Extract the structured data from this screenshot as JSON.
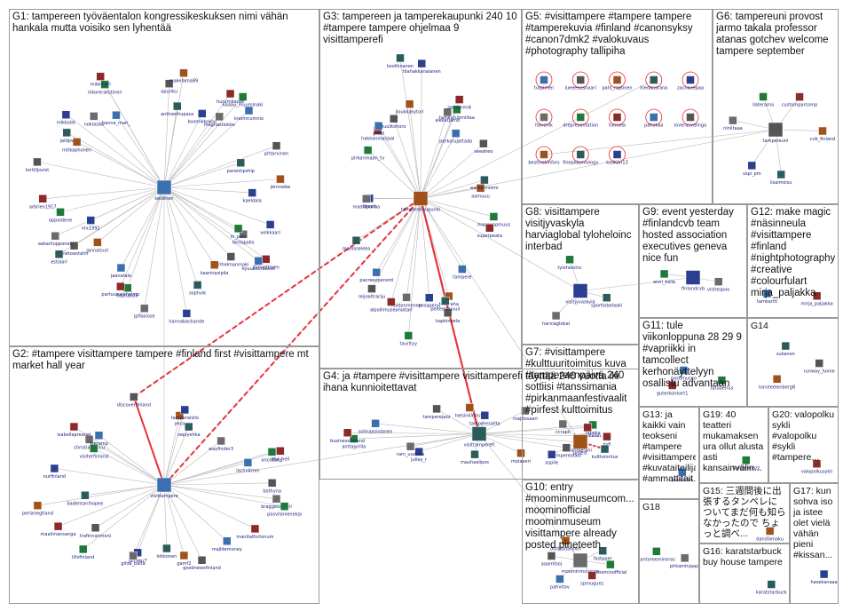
{
  "groups": [
    {
      "id": "G1",
      "title": "G1: tampereen työväentalon kongressikeskuksen nimi vähän hankala mutta voisiko sen lyhentää"
    },
    {
      "id": "G2",
      "title": "G2: #tampere visittampere tampere #finland first #visittampere mt market hall year"
    },
    {
      "id": "G3",
      "title": "G3: tampereen ja tamperekaupunki 240 10 #tampere tampere ohjelmaa 9 visittamperefi"
    },
    {
      "id": "G4",
      "title": "G4: ja #tampere #visittampere visittamperefi täyttää 240 vuotta iki ihana kunnioitettavat"
    },
    {
      "id": "G5",
      "title": "G5: #visittampere #tampere tampere #tamperekuvia #finland #canonsyksy #canon7dmk2 #valokuvaus #photography tallipiha"
    },
    {
      "id": "G6",
      "title": "G6: tampereuni provost jarmo takala professor atanas gotchev welcome tampere september"
    },
    {
      "id": "G7",
      "title": "G7: #visittampere #kulttuuritoimitus kuva #tampereenpäivä 240 sottiisi #tanssimania #pirkanmaanfestivaalit #pirfest kulttoimitus"
    },
    {
      "id": "G8",
      "title": "G8: visittampere visitjyvaskyla harviaglobal tyloheloinc interbad"
    },
    {
      "id": "G9",
      "title": "G9: event yesterday #finlandcvb team hosted association executives geneva nice fun"
    },
    {
      "id": "G10",
      "title": "G10: entry #moominmuseumcom... moominofficial moominmuseum visittampere already posted pineteeth"
    },
    {
      "id": "G11",
      "title": "G11: tule viikonloppuna 28 29 9 #vapriikki in tamcollect kerhonäyttelyyn osallistu advantaan"
    },
    {
      "id": "G12",
      "title": "G12: make magic #näsinneula #visittampere #finland #nightphotography #creative #colourfulart mirja_paljakka"
    },
    {
      "id": "G13",
      "title": "G13: ja kaikki vain teokseni #tampere #visittampere #kuvataiteilija #ammattitait..."
    },
    {
      "id": "G14",
      "title": "G14"
    },
    {
      "id": "G15",
      "title": "G15: 三週間後に出張するタンペレについてまだ何も知らなかったので ちょっと調べ..."
    },
    {
      "id": "G16",
      "title": "G16: karatstarbuck buy house tampere"
    },
    {
      "id": "G17",
      "title": "G17: kun sohva iso ja istee olet vielä vähän pieni #kissan..."
    },
    {
      "id": "G18",
      "title": "G18"
    },
    {
      "id": "G19",
      "title": "G19: 40 teatteri mukamaksen ura ollut alusta asti kansainvälin..."
    },
    {
      "id": "G20",
      "title": "G20: valopolku sykli #valopolku #sykli #tampere..."
    }
  ],
  "nodes": {
    "G1": [
      "veikkaari",
      "lentopallo",
      "m_palo",
      "jtlimiettinen",
      "kyuuseuraavat",
      "karihelmanmaki",
      "kaarinasipila",
      "sophvik",
      "hannabackande",
      "jpflasiose",
      "toptuasi8",
      "partuupalohelmo",
      "jaanatala",
      "teletoantahir",
      "jannatsuri",
      "estolari",
      "nrx1992",
      "aakarilupponen",
      "oppaldene",
      "arbrien1917",
      "keidinen",
      "tortilljovist",
      "mitkaphonen",
      "jaldpv",
      "mlkkolat",
      "nokiasau",
      "nikorerakstinen",
      "mikkiheri",
      "hanna_mari_",
      "apuriku",
      "makelama89",
      "antinenhupaus",
      "koomikkokivi",
      "magnastlokko",
      "kaaau_muuminaki",
      "hurumbara8",
      "kreimnumnio",
      "pittarvinen",
      "jennsebe",
      "parantipship",
      "kaeldala"
    ],
    "G2": [
      "braggesomml",
      "pasvilanienekja",
      "manitalfurtonum",
      "majldemoney",
      "goodnewsfinland",
      "gamf2",
      "lohkonen",
      "janisku7",
      "gitsa_balta",
      "lillsfinland",
      "maalimansanga",
      "visittampere",
      "trafinnanmoni",
      "perlanegtland",
      "badentanihopee",
      "ourfinland",
      "christianexicu",
      "visiterfinland",
      "isabellapreanel",
      "leeramp",
      "discoverfinland",
      "yeco",
      "vepiyehka",
      "tamperaisilo",
      "wayfinder3",
      "ancobans",
      "idui_heli",
      "lachnitmin",
      "bothyna"
    ],
    "G3": [
      "manaappmuus",
      "superpeata",
      "tampere",
      "kapkineela",
      "tilonraha",
      "peiteenmuuli",
      "pesapenu",
      "koldonmenee",
      "taurityy",
      "alpollimuseaniatari",
      "pacreexpenord",
      "reijoaltrariju",
      "tamperekaupunki",
      "maelaseleka",
      "dkaari",
      "madlapollaa",
      "pirkanmaan_tv",
      "hakeanmarjaal",
      "prosf",
      "tuulitohoro",
      "jloukkakytori",
      "kooliknanen",
      "tilahakkanalanen",
      "alekatjamd",
      "tamkuruhmiitaa",
      "jannunmi4",
      "perkarujattado",
      "seeaheo",
      "aamuuu",
      "earbenniemi"
    ],
    "G4": [
      "hsfi",
      "taaanmeroni",
      "tamperestadi",
      "molaeeri",
      "mauhaalipos",
      "juliey_r",
      "ram_uudeaa",
      "anttajyrilla",
      "businessfinland",
      "solinaasiolanen",
      "tamperejazz",
      "helsinkinmaa",
      "visittamperefi",
      "tamperesalita",
      "majdosaari",
      "rapeka",
      "helstinkalan"
    ],
    "G5": [
      "tutpiinen",
      "lueeeeesnaari",
      "pahl_raponen",
      "hiedansrana",
      "zacnaeepaa",
      "havenlk",
      "drepresentation",
      "tunnela",
      "pahokaa",
      "loverasvelinga",
      "bestinaliinfors",
      "finepidemiology",
      "koakari13"
    ],
    "G6": [
      "tampereuni",
      "cvb_finland",
      "lisaimkisu",
      "vspi_pm",
      "niniitaaa",
      "liaterama",
      "customparcomp"
    ],
    "G7": [
      "pirfest",
      "kulttoimitus",
      "aspile",
      "ccrapii"
    ],
    "G8": [
      "sportlobelaaki",
      "visitjyvaskyla",
      "harviaglobal",
      "tyloheloinc"
    ],
    "G9": [
      "finlandcvb",
      "visitespoo",
      "anni_kalla"
    ],
    "G10": [
      "moominmuseum",
      "moominofficial",
      "sprougues",
      "pahvitav",
      "aaamfooj",
      "outbuidarinini",
      "fastpper"
    ],
    "G11": [
      "tatuberius",
      "guterkonkart1",
      "postimuseo"
    ],
    "G12": [
      "mirja_paljakka",
      "tamkartti"
    ],
    "G13": [
      "platalinks"
    ],
    "G14": [
      "runway_home",
      "tonsteelenberg8",
      "sukanen"
    ],
    "G15": [
      "dansfamaku"
    ],
    "G16": [
      "karatstarbuck"
    ],
    "G17": [
      "hasekanaaa"
    ],
    "G18": [
      "pirkaminjaaju",
      "zantoreeminoras"
    ],
    "G19": [
      "tamperejazz"
    ],
    "G20": [
      "valopolkusykli"
    ]
  },
  "colors": {
    "edge": "#b8b8b8",
    "strong_edge": "#e8313a",
    "accent": "#e62b2b",
    "title_text": "#111111",
    "border": "#9a9a9a"
  }
}
